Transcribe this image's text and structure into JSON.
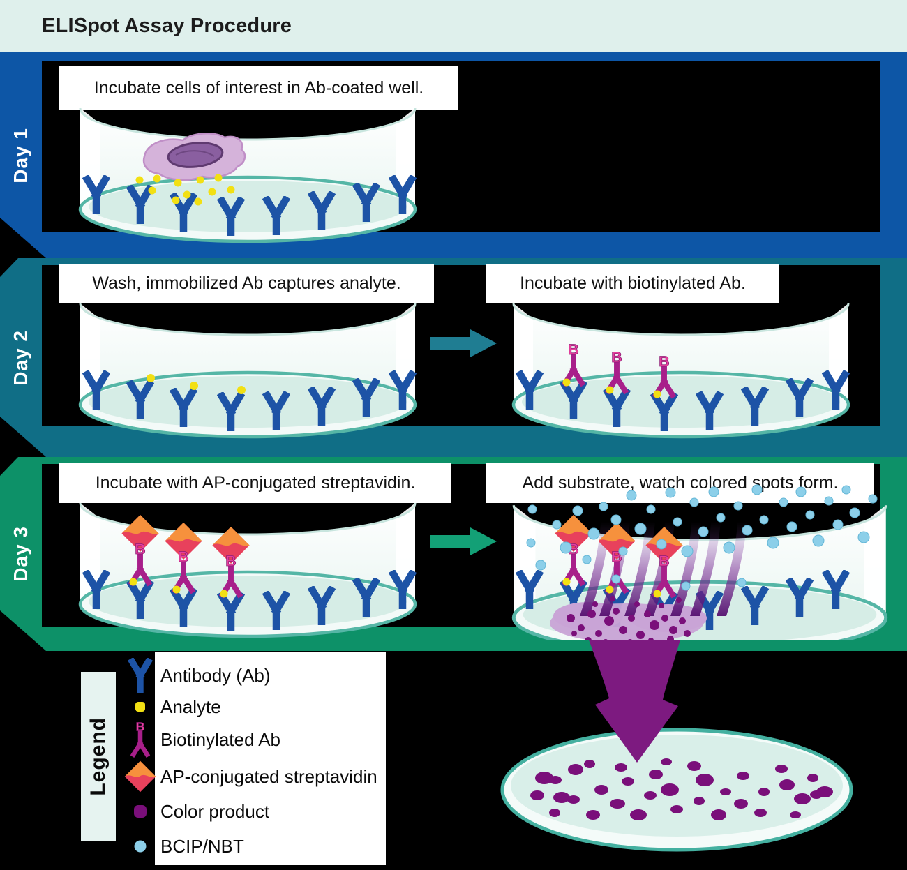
{
  "header": {
    "title": "ELISpot Assay Procedure"
  },
  "days": [
    {
      "label": "Day 1",
      "captions": [
        "Incubate cells of interest in Ab-coated well."
      ]
    },
    {
      "label": "Day 2",
      "captions": [
        "Wash, immobilized Ab captures analyte.",
        "Incubate with biotinylated Ab."
      ]
    },
    {
      "label": "Day 3",
      "captions": [
        "Incubate with AP-conjugated streptavidin.",
        "Add substrate, watch colored spots form."
      ]
    }
  ],
  "biotin_tag": "B",
  "legend": {
    "title": "Legend",
    "items": [
      {
        "icon": "antibody-icon",
        "label": "Antibody (Ab)"
      },
      {
        "icon": "analyte-icon",
        "label": "Analyte"
      },
      {
        "icon": "biotinylated-ab-icon",
        "label": "Biotinylated Ab"
      },
      {
        "icon": "ap-streptavidin-icon",
        "label": "AP-conjugated streptavidin"
      },
      {
        "icon": "color-product-icon",
        "label": "Color product"
      },
      {
        "icon": "bcip-nbt-icon",
        "label": "BCIP/NBT"
      }
    ]
  },
  "colors": {
    "header_bg": "#dff0ec",
    "day1_band": "#0d56a6",
    "day2_band": "#106e86",
    "day3_band": "#0d9168",
    "antibody_blue": "#1d53a6",
    "analyte_yellow": "#f2e013",
    "biotinylated_ab_magenta": "#a81f8a",
    "biotin_tag_pink": "#e83f9d",
    "streptavidin_orange": "#f6913d",
    "streptavidin_red": "#e8415c",
    "color_product_purple": "#7a0f7a",
    "bcip_nbt_blue": "#8ccfe9",
    "result_arrow_purple": "#7d1a80"
  }
}
